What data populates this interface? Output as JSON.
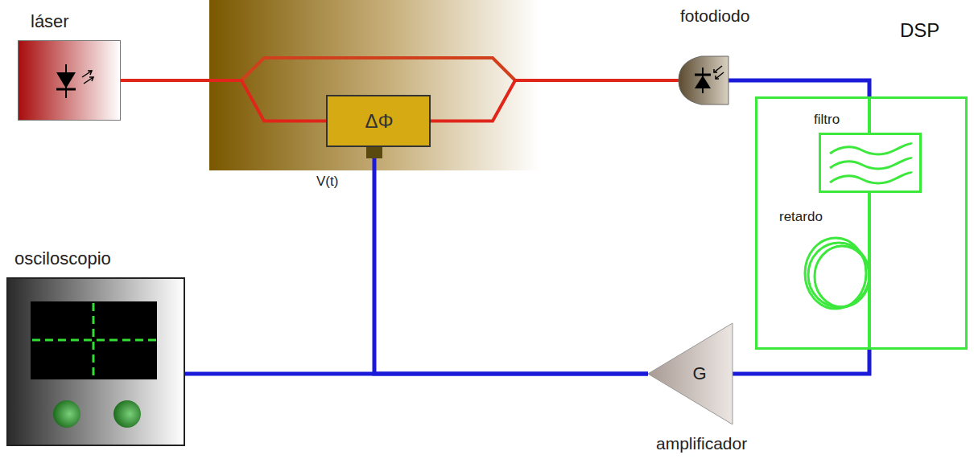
{
  "diagram": {
    "nodes": [
      {
        "text": [
          "láser"
        ]
      },
      {
        "text": [
          "ΔΦ"
        ]
      },
      {
        "text": [
          "fotodiodo"
        ]
      },
      {
        "text": [
          "DSP"
        ]
      },
      {
        "text": [
          "filtro"
        ],
        "in": 3
      },
      {
        "text": [
          "retardo"
        ],
        "in": 3
      },
      {
        "text": [
          "G",
          "amplificador"
        ]
      },
      {
        "text": [
          "osciloscopio"
        ]
      }
    ],
    "edges": [
      {
        "from": 0,
        "to": 1,
        "arrow": "none"
      },
      {
        "from": 1,
        "to": 2,
        "arrow": "none"
      },
      {
        "from": 2,
        "to": 3,
        "arrow": "none"
      },
      {
        "from": 3,
        "to": 4,
        "arrow": "none"
      },
      {
        "from": 4,
        "to": 5,
        "arrow": "none"
      },
      {
        "from": 5,
        "to": 3,
        "arrow": "none"
      },
      {
        "from": 3,
        "to": 6,
        "arrow": "none"
      },
      {
        "from": 6,
        "to": 1,
        "arrow": "none"
      },
      {
        "from": 6,
        "to": 7,
        "arrow": "none"
      }
    ],
    "labels": [
      "V(t)"
    ]
  }
}
